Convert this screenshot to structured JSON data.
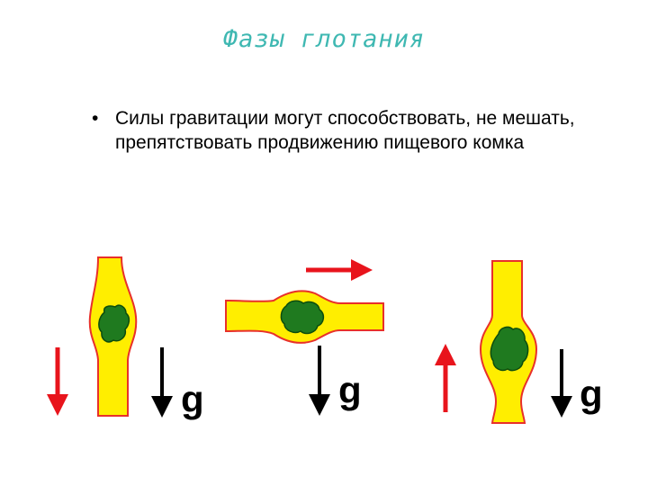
{
  "slide": {
    "title": "Фазы глотания",
    "bullet_symbol": "•",
    "bullet_text": "Силы гравитации могут способствовать, не мешать, препятствовать продвижению пищевого комка"
  },
  "diagram": {
    "gravity_label": "g",
    "colors": {
      "tube_fill": "#ffee00",
      "tube_outline": "#e8302a",
      "bolus": "#1f7a1f",
      "bolus_outline": "#0d4d0d",
      "movement_arrow": "#e8141c",
      "gravity_arrow": "#000000"
    },
    "panels": [
      {
        "orientation": "vertical",
        "movement": "down"
      },
      {
        "orientation": "horizontal",
        "movement": "right"
      },
      {
        "orientation": "vertical",
        "movement": "up"
      }
    ]
  }
}
